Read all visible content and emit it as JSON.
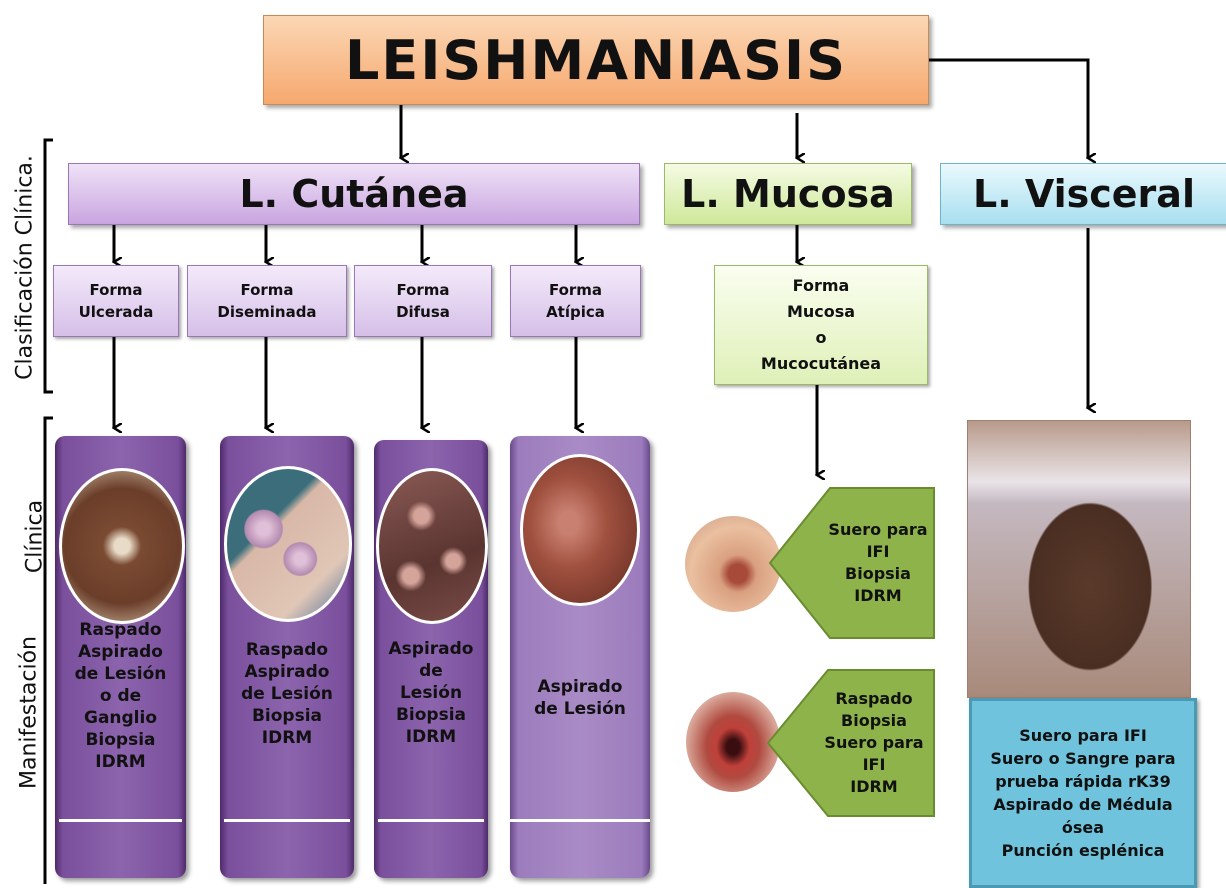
{
  "title": "LEISHMANIASIS",
  "side_labels": {
    "classification": "Clasificación Clínica.",
    "manifestation_1": "Clínica",
    "manifestation_2": "Manifestación"
  },
  "categories": {
    "cutanea": "L. Cutánea",
    "mucosa": "L. Mucosa",
    "visceral": "L. Visceral"
  },
  "cutanea_forms": [
    {
      "line1": "Forma",
      "line2": "Ulcerada",
      "methods": [
        "Raspado",
        "Aspirado",
        "de Lesión",
        "o de",
        "Ganglio",
        "Biopsia",
        "IDRM"
      ]
    },
    {
      "line1": "Forma",
      "line2": "Diseminada",
      "methods": [
        "Raspado",
        "Aspirado",
        "de Lesión",
        "Biopsia",
        "IDRM"
      ]
    },
    {
      "line1": "Forma",
      "line2": "Difusa",
      "methods": [
        "Aspirado",
        "de",
        "Lesión",
        "Biopsia",
        "IDRM"
      ]
    },
    {
      "line1": "Forma",
      "line2": "Atípica",
      "methods": [
        "Aspirado",
        "de Lesión"
      ]
    }
  ],
  "mucosa_form": [
    "Forma",
    "Mucosa",
    "o",
    "Mucocutánea"
  ],
  "mucosa_methods_1": [
    "Suero para",
    "IFI",
    "Biopsia",
    "IDRM"
  ],
  "mucosa_methods_2": [
    "Raspado",
    "Biopsia",
    "Suero para",
    "IFI",
    "IDRM"
  ],
  "visceral_methods": [
    "Suero para IFI",
    "Suero o Sangre para",
    "prueba rápida rK39",
    "Aspirado de Médula",
    "ósea",
    "Punción esplénica"
  ],
  "colors": {
    "title_fill": "#f6a86e",
    "cutanea_fill": "#c9a5e0",
    "mucosa_fill": "#cfe89a",
    "visceral_fill": "#a8dff0",
    "column_fill": "#7a4f9c",
    "green_box": "#8db34a",
    "blue_box": "#70c3dd"
  }
}
